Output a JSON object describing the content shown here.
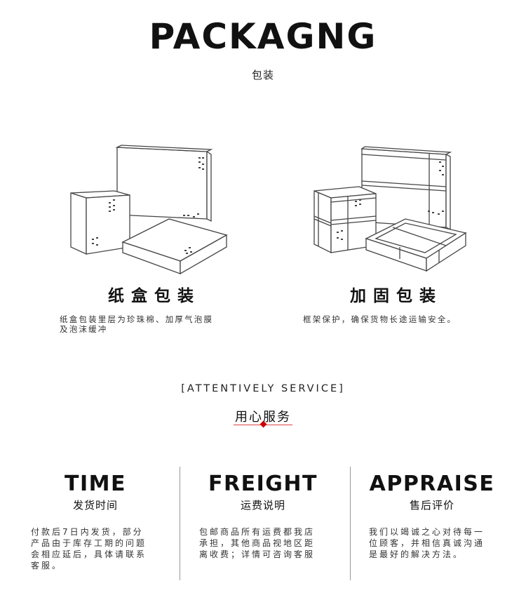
{
  "header": {
    "title": "PACKAGNG",
    "subtitle": "包装"
  },
  "packages": [
    {
      "title": "纸盒包装",
      "desc_line1": "纸盒包装里层为珍珠棉、加厚气泡膜",
      "desc_line2": "及泡沫缓冲"
    },
    {
      "title": "加固包装",
      "desc_line1": "框架保护，确保货物长途运输安全。"
    }
  ],
  "service": {
    "title_en": "[ATTENTIVELY SERVICE]",
    "title_cn": "用心服务",
    "accent_color": "#cc0000"
  },
  "columns": [
    {
      "title_en": "TIME",
      "title_cn": "发货时间",
      "desc": [
        "付款后7日内发货，部分",
        "产品由于库存工期的问题",
        "会相应延后，具体请联系",
        "客服。"
      ]
    },
    {
      "title_en": "FREIGHT",
      "title_cn": "运费说明",
      "desc": [
        "包邮商品所有运费都我店",
        "承担，其他商品视地区距",
        "离收费；详情可咨询客服"
      ]
    },
    {
      "title_en": "APPRAISE",
      "title_cn": "售后评价",
      "desc": [
        "我们以竭诚之心对待每一",
        "位顾客，并相信真诚沟通",
        "是最好的解决方法。"
      ]
    }
  ]
}
